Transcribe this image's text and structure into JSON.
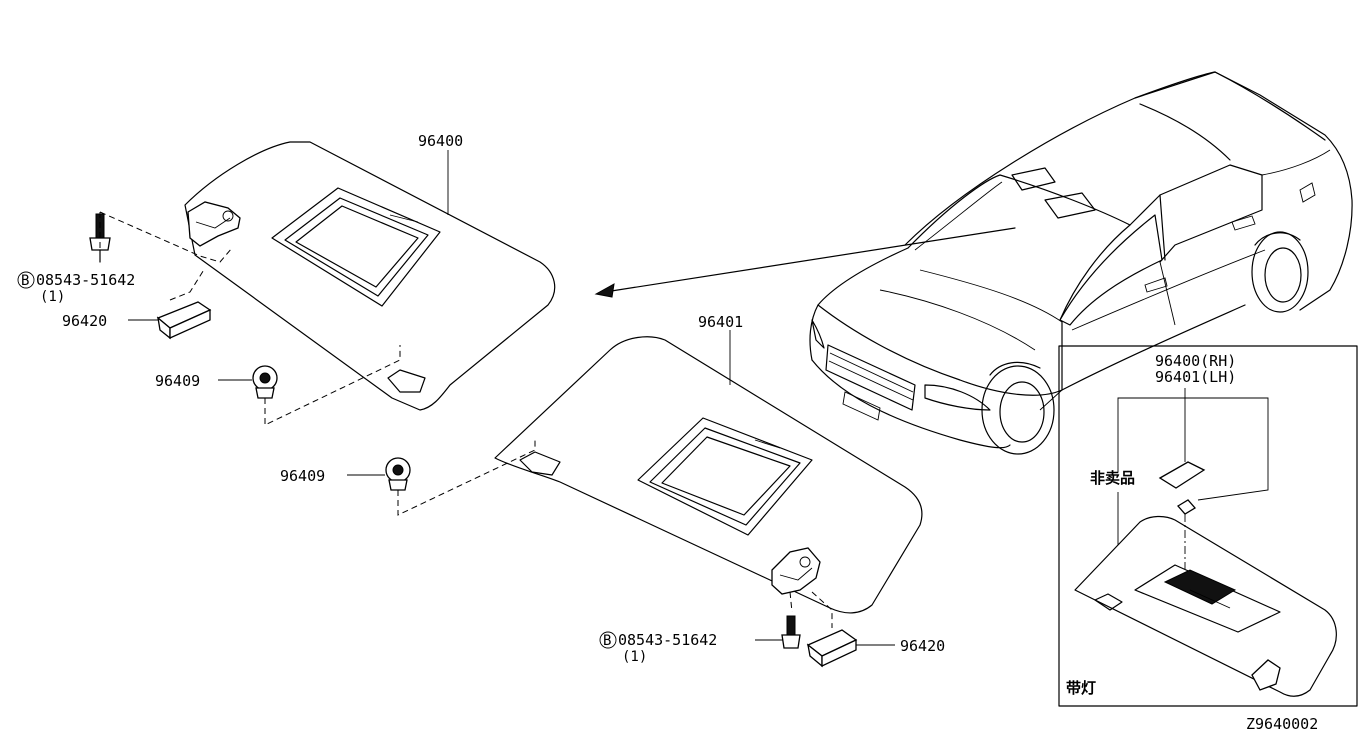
{
  "labels": {
    "visor_rh": "96400",
    "visor_lh": "96401",
    "bolt_top": "08543-51642",
    "bolt_top_qty": "(1)",
    "bolt_bottom": "08543-51642",
    "bolt_bottom_qty": "(1)",
    "bolt_symbol": "B",
    "cover_top": "96420",
    "cover_bottom": "96420",
    "clip_top": "96409",
    "clip_bottom": "96409",
    "inset_rh": "96400(RH)",
    "inset_lh": "96401(LH)",
    "inset_not_sold": "非卖品",
    "inset_with_lamp": "带灯",
    "diagram_code": "Z9640002"
  }
}
